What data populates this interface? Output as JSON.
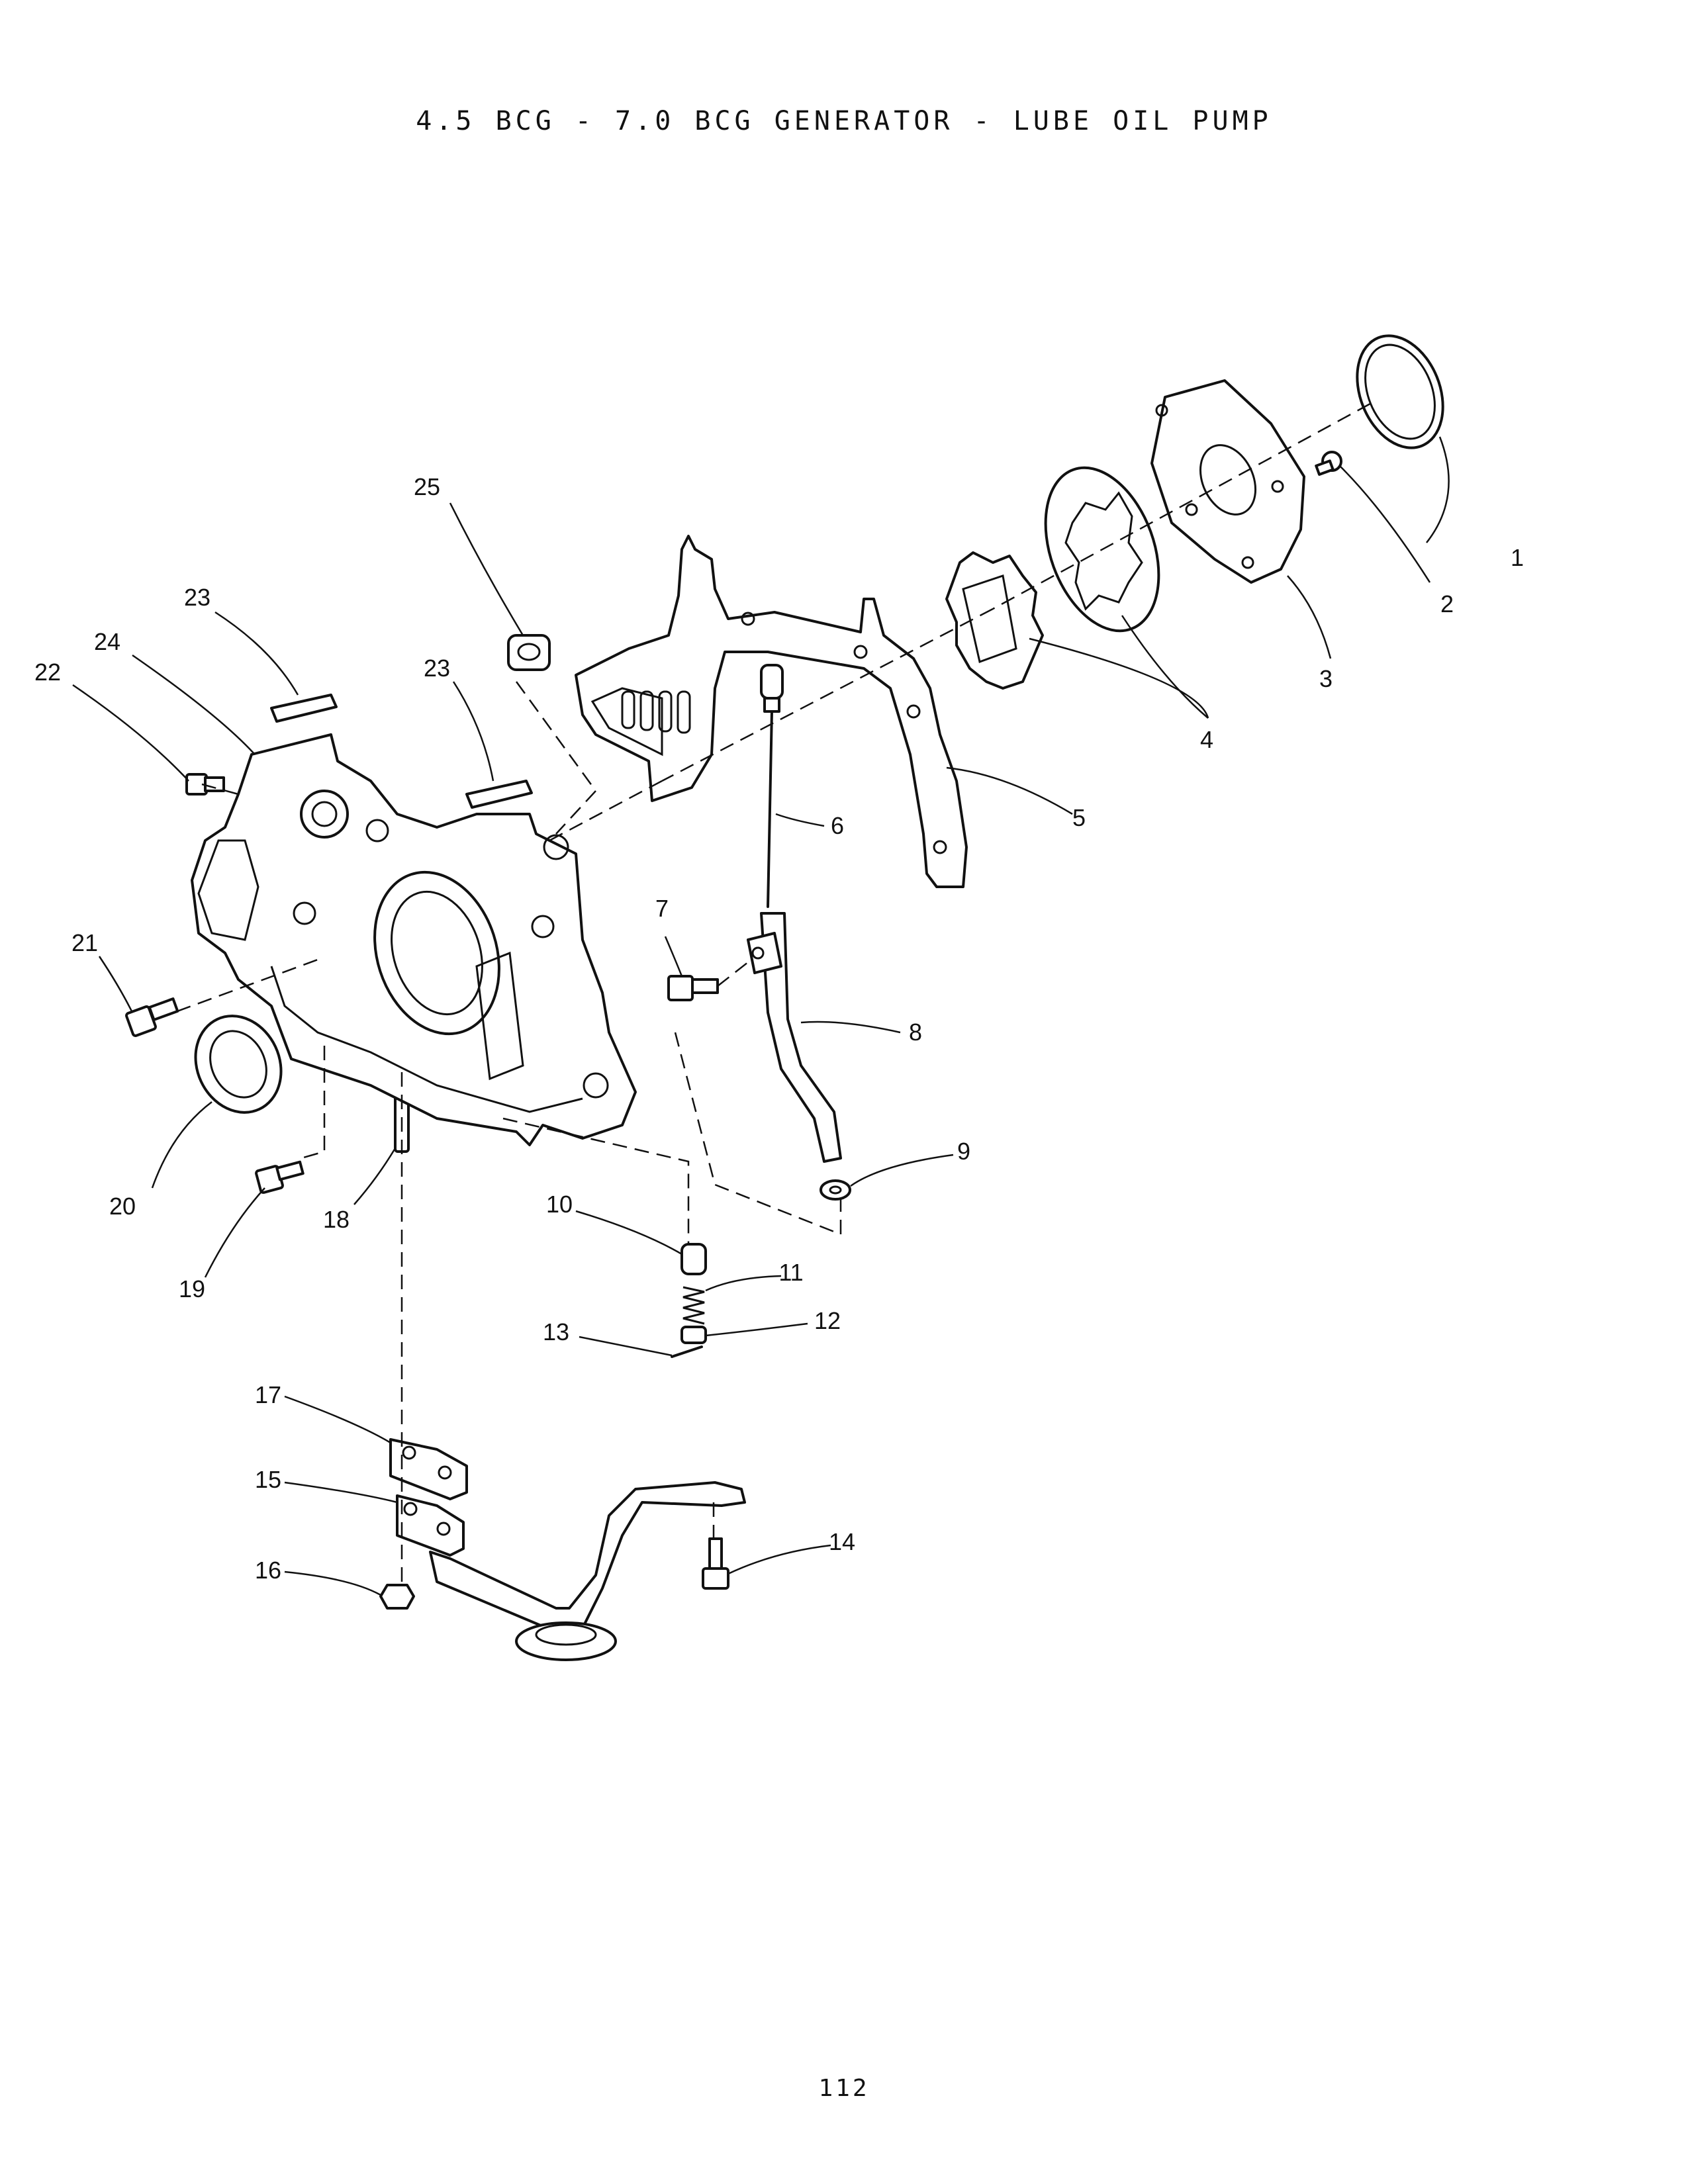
{
  "title": "4.5 BCG - 7.0 BCG GENERATOR - LUBE OIL PUMP",
  "page_number": "112",
  "callouts": {
    "c1": "1",
    "c2": "2",
    "c3": "3",
    "c4": "4",
    "c5": "5",
    "c6": "6",
    "c7": "7",
    "c8": "8",
    "c9": "9",
    "c10": "10",
    "c11": "11",
    "c12": "12",
    "c13": "13",
    "c14": "14",
    "c15": "15",
    "c16": "16",
    "c17": "17",
    "c18": "18",
    "c19": "19",
    "c20": "20",
    "c21": "21",
    "c22": "22",
    "c23a": "23",
    "c23b": "23",
    "c24": "24",
    "c25": "25"
  }
}
